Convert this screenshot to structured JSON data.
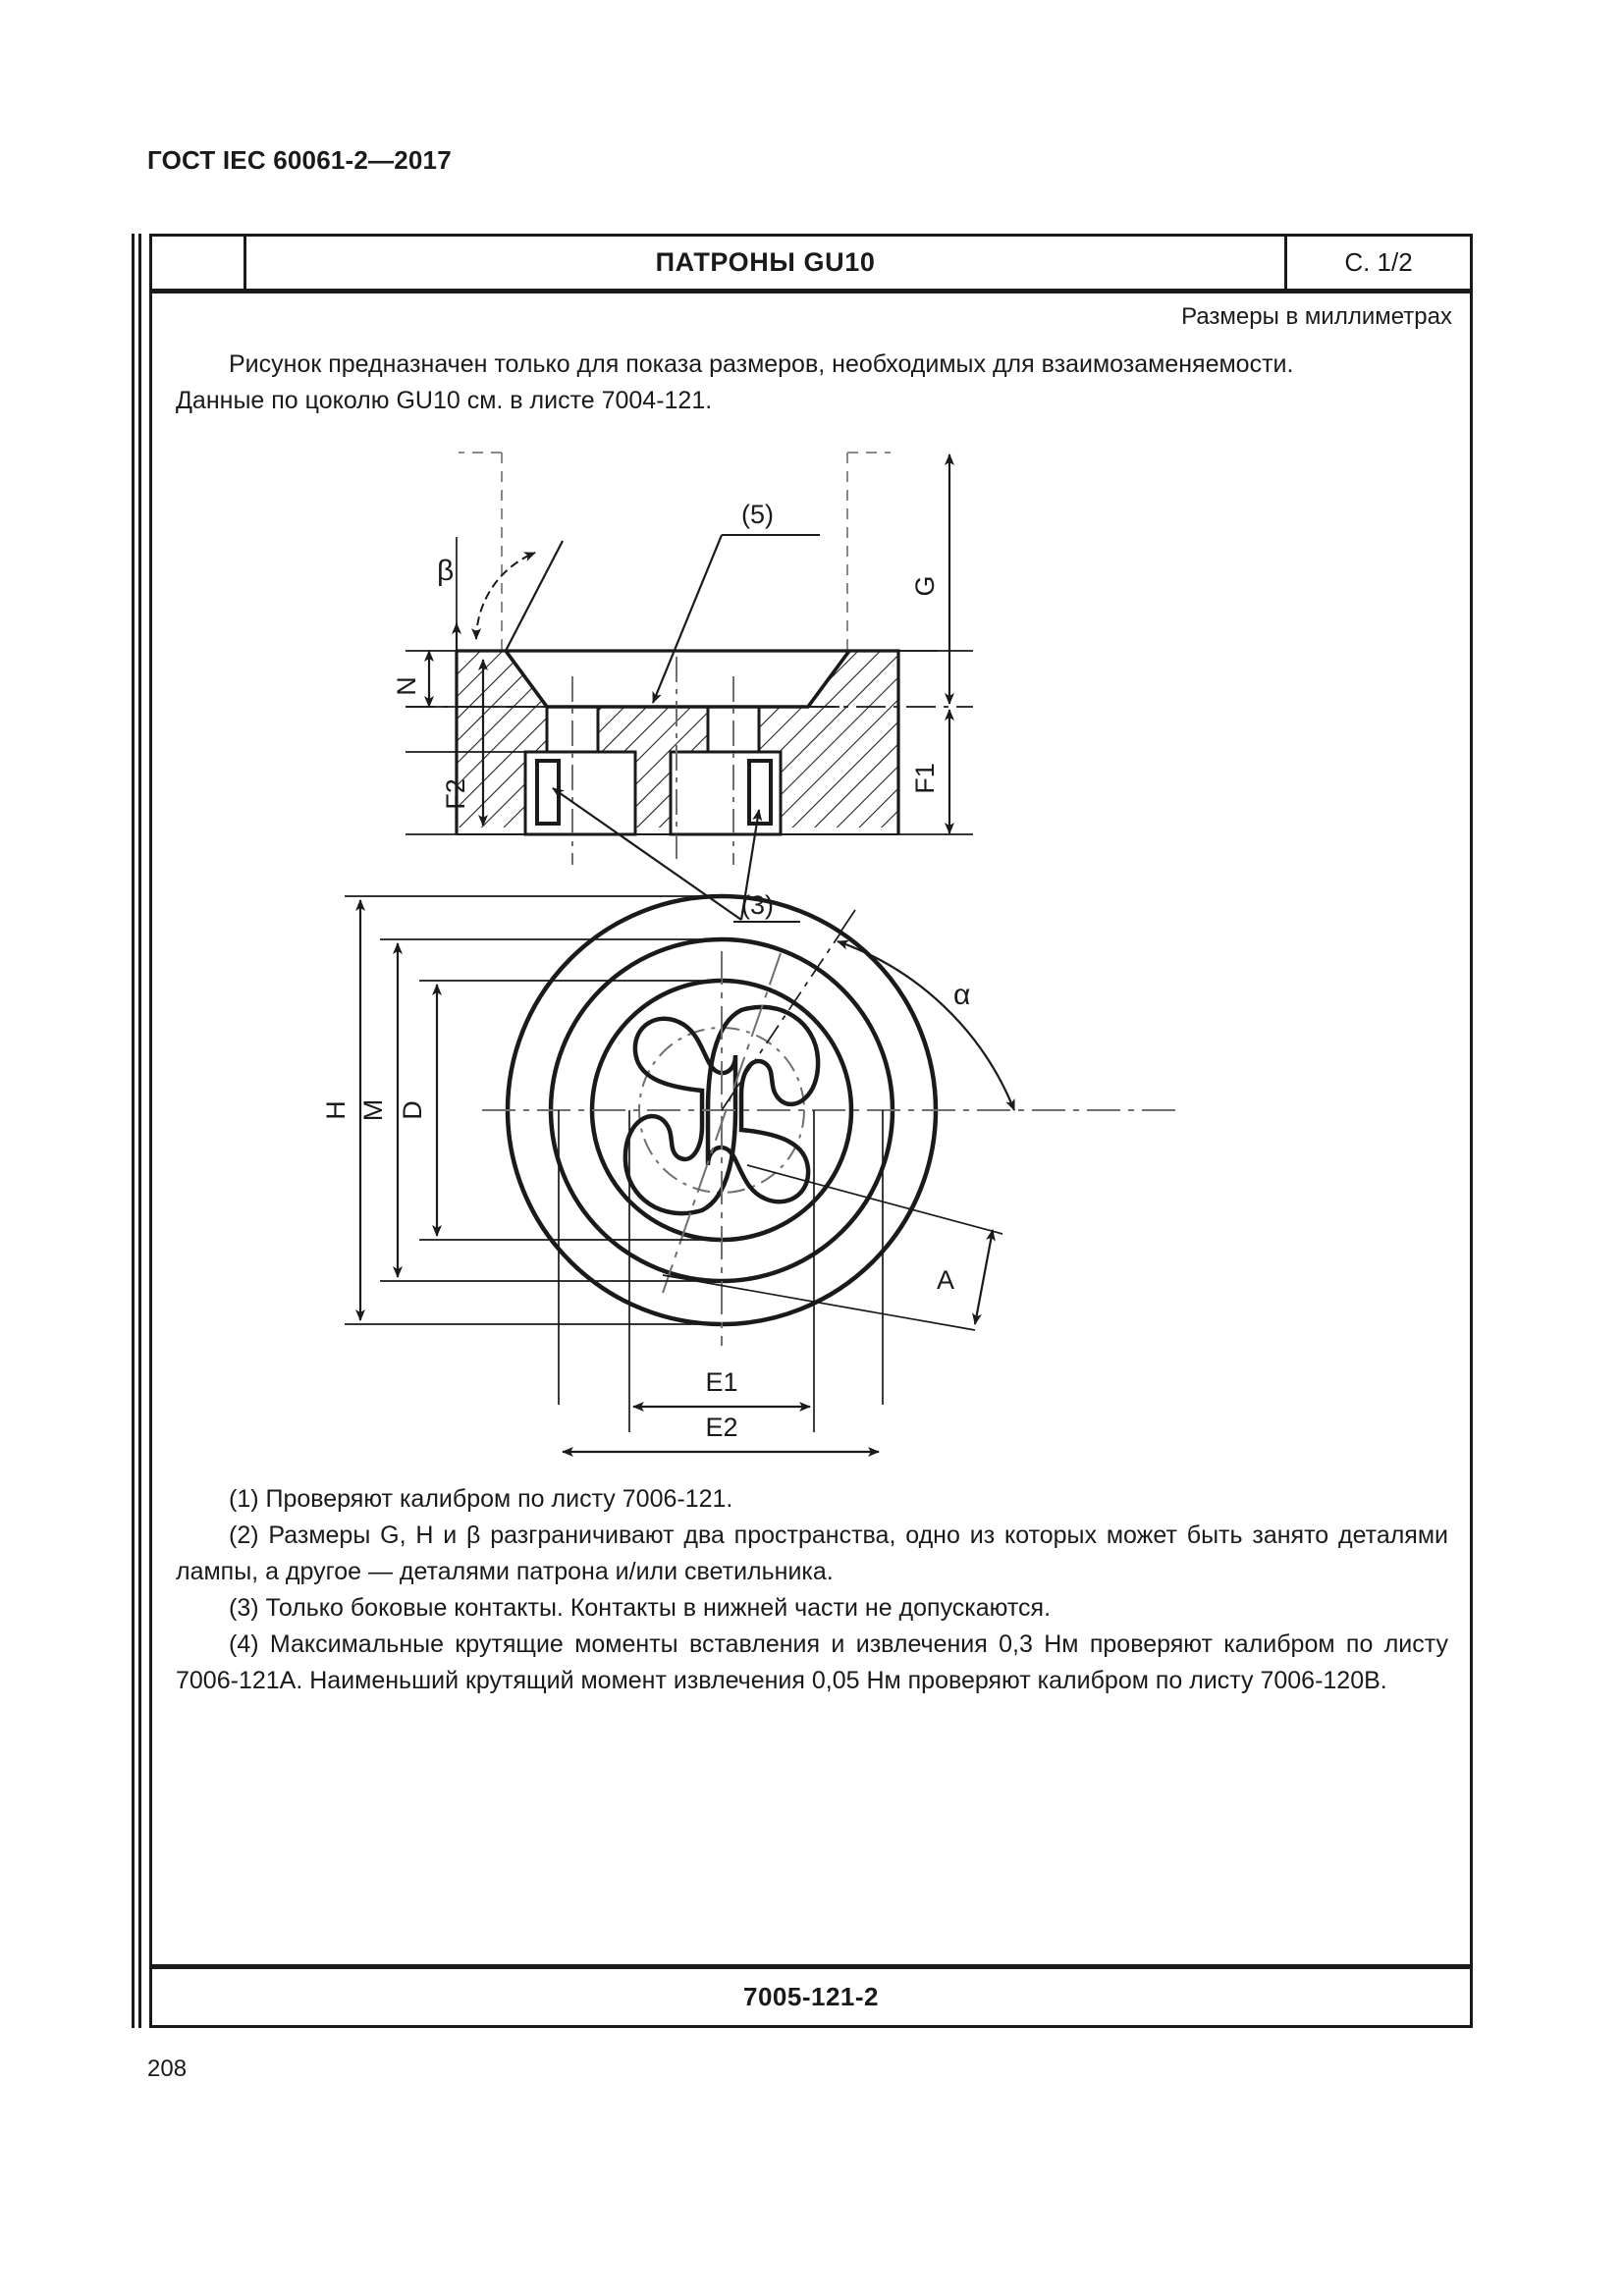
{
  "document": {
    "running_head": "ГОСТ IEC 60061-2—2017",
    "page_folio": "208"
  },
  "header": {
    "blank_cell": "",
    "title": "ПАТРОНЫ GU10",
    "page_ref": "С. 1/2"
  },
  "units_note": "Размеры в миллиметрах",
  "intro": {
    "line1": "Рисунок предназначен только для показа размеров, необходимых для взаимозаменяемости.",
    "line2": "Данные по цоколю GU10 см. в листе 7004-121."
  },
  "figure": {
    "section_view": {
      "labels": {
        "beta": "β",
        "n": "N",
        "f2": "F2",
        "f1": "F1",
        "g": "G",
        "callout_5": "(5)",
        "callout_3": "(3)"
      }
    },
    "plan_view": {
      "labels": {
        "h": "H",
        "m": "M",
        "d": "D",
        "e1": "E1",
        "e2": "E2",
        "a": "A",
        "alpha": "α"
      }
    }
  },
  "notes": [
    "(1) Проверяют калибром по листу 7006-121.",
    "(2) Размеры G, H и β разграничивают два пространства, одно из которых может быть занято деталями лампы, а другое — деталями патрона и/или светильника.",
    "(3) Только боковые контакты. Контакты в нижней части не допускаются.",
    "(4) Максимальные крутящие моменты вставления и извлечения 0,3 Нм проверяют калибром по листу 7006-121А. Наименьший крутящий момент извлечения 0,05 Нм проверяют калибром по листу 7006-120В."
  ],
  "sheet_number": "7005-121-2"
}
